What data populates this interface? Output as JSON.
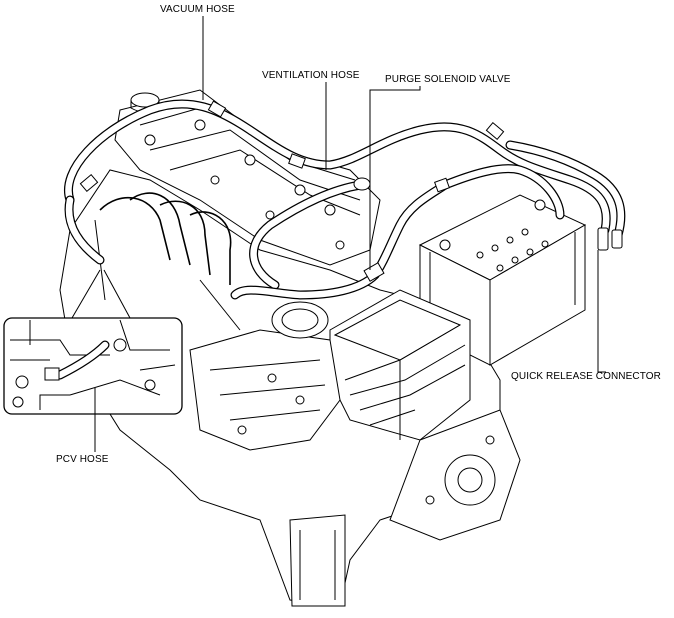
{
  "figure": {
    "labels": {
      "vacuum_hose": "VACUUM HOSE",
      "ventilation_hose": "VENTILATION HOSE",
      "purge_solenoid_valve": "PURGE SOLENOID VALVE",
      "quick_release_connector": "QUICK RELEASE CONNECTOR",
      "pcv_hose": "PCV HOSE"
    }
  }
}
